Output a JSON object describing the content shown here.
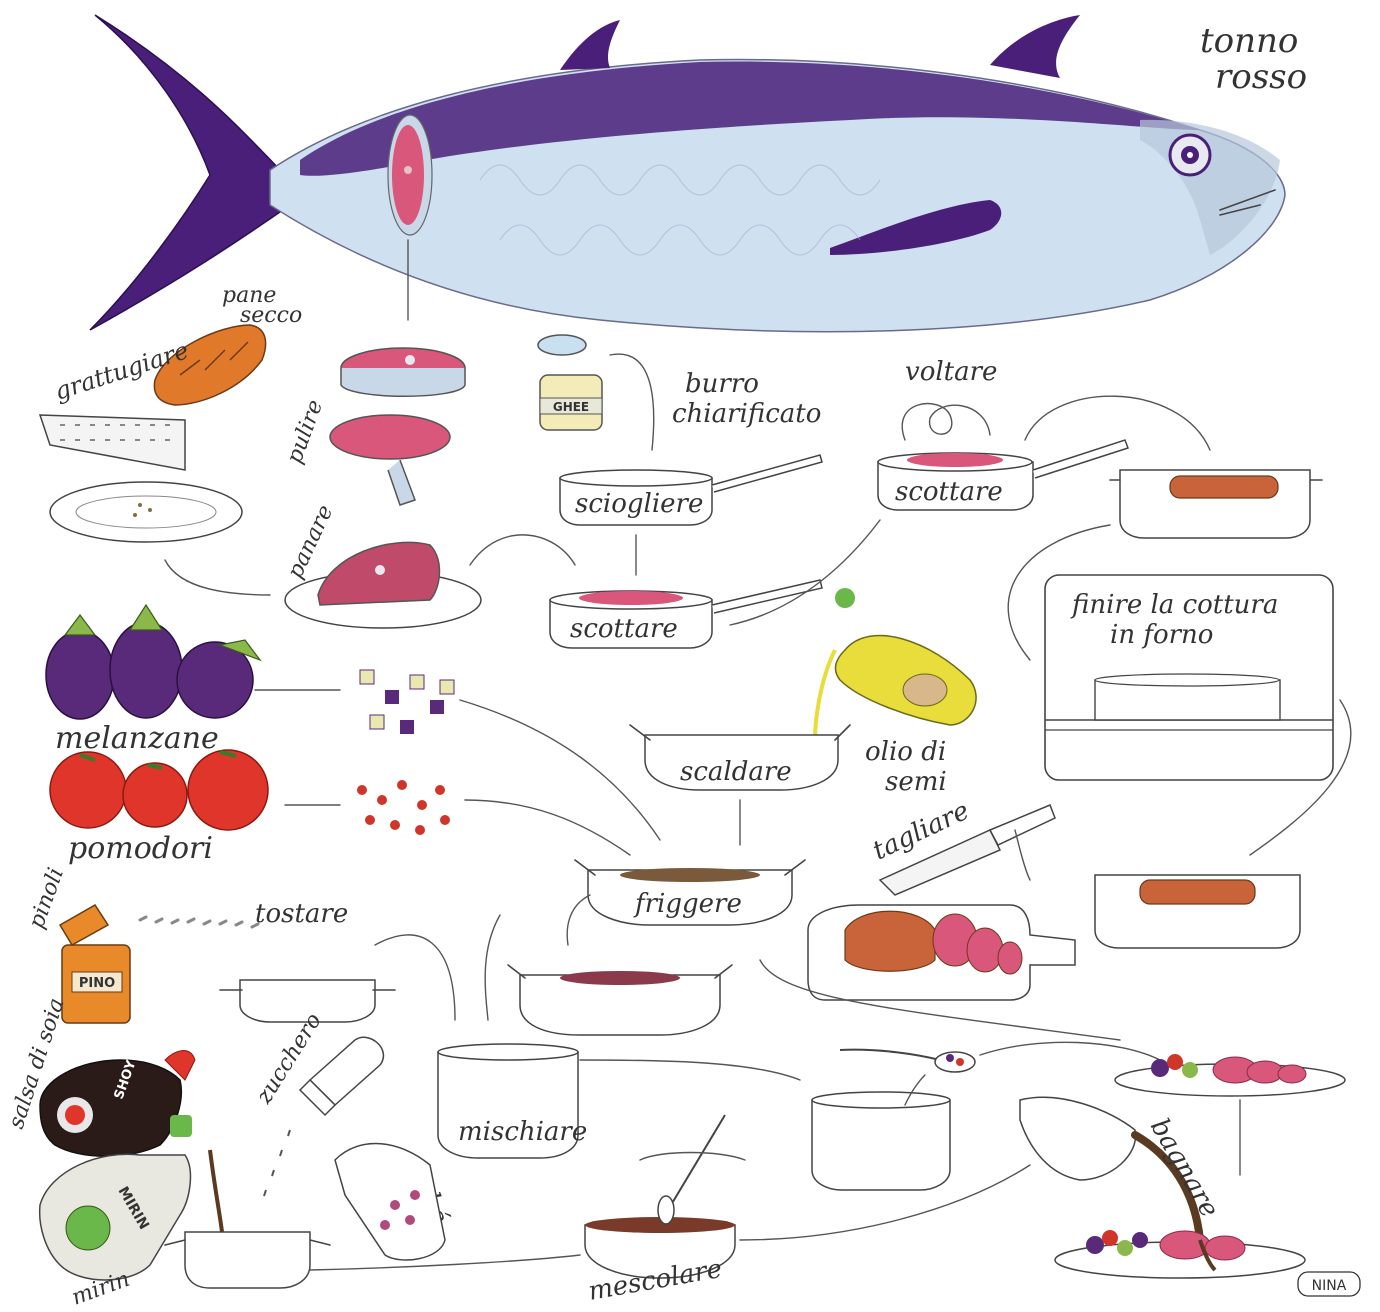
{
  "title": {
    "line1": "tonno",
    "line2": "rosso"
  },
  "labels": {
    "pane_secco_1": "pane",
    "pane_secco_2": "secco",
    "grattugiare": "grattugiare",
    "pulire": "pulire",
    "panare": "panare",
    "burro_1": "burro",
    "burro_2": "chiarificato",
    "ghee": "GHEE",
    "sciogliere": "sciogliere",
    "scottare_1": "scottare",
    "voltare": "voltare",
    "scottare_2": "scottare",
    "finire_1": "finire la cottura",
    "finire_2": "in forno",
    "melanzane": "melanzane",
    "pomodori": "pomodori",
    "scaldare": "scaldare",
    "olio_1": "olio di",
    "olio_2": "semi",
    "tagliare": "tagliare",
    "friggere": "friggere",
    "pinoli": "pinoli",
    "pino_jar": "PINO",
    "tostare": "tostare",
    "salsa_di_soia": "salsa di soia",
    "shoyu": "SHOYU",
    "zucchero": "zucchero",
    "sake": "saké",
    "mirin_bottle": "MIRIN",
    "mirin": "mirin",
    "mischiare": "mischiare",
    "mescolare": "mescolare",
    "bagnare": "bagnare",
    "signature": "NINA"
  },
  "colors": {
    "ink": "#333333",
    "tuna_back": "#4a1f7a",
    "tuna_belly": "#cfe0f0",
    "tuna_flesh": "#d9577a",
    "bread": "#e07a2a",
    "eggplant": "#5a2a7a",
    "tomato": "#e0352a",
    "pine_jar": "#e8892a",
    "oil": "#e8dd3a",
    "soy": "#2a1a18",
    "sauce": "#7a3a2a"
  }
}
